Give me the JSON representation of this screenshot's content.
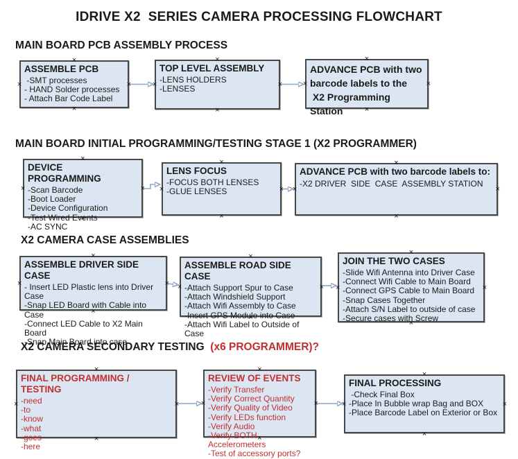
{
  "title": "IDRIVE X2  SERIES CAMERA PROCESSING FLOWCHART",
  "colors": {
    "box_fill": "#dce6f2",
    "box_border": "#474747",
    "red_text": "#c22f2f",
    "connector_line": "#8ca7c9",
    "connector_arrowhead": "#2b4d94",
    "text": "#1a1a1a"
  },
  "icons": {
    "connection_anchor": "×"
  },
  "sections": [
    {
      "heading": "MAIN BOARD PCB ASSEMBLY PROCESS",
      "boxes": [
        {
          "title": "ASSEMBLE PCB",
          "items": [
            " -SMT processes",
            "- HAND Solder processes",
            "- Attach Bar Code Label"
          ]
        },
        {
          "title": "TOP LEVEL ASSEMBLY",
          "items": [
            "-LENS HOLDERS",
            "-LENSES"
          ]
        },
        {
          "title": "ADVANCE PCB with two\nbarcode labels to the\n X2 Programming Station",
          "items": []
        }
      ]
    },
    {
      "heading": "MAIN BOARD INITIAL PROGRAMMING/TESTING STAGE 1 (X2 PROGRAMMER)",
      "boxes": [
        {
          "title": "DEVICE PROGRAMMING",
          "items": [
            "-Scan Barcode",
            "-Boot Loader",
            "-Device Configuration",
            "-Test Wired Events",
            "-AC SYNC"
          ]
        },
        {
          "title": "LENS FOCUS",
          "items": [
            "-FOCUS BOTH LENSES",
            "-GLUE LENSES"
          ]
        },
        {
          "title": "ADVANCE PCB with two barcode labels to:",
          "items": [
            "-X2 DRIVER  SIDE  CASE  ASSEMBLY STATION"
          ]
        }
      ]
    },
    {
      "heading": "X2 CAMERA CASE ASSEMBLIES",
      "boxes": [
        {
          "title": "ASSEMBLE DRIVER SIDE CASE",
          "items": [
            "- Insert LED Plastic lens into Driver Case",
            "-Snap LED Board with Cable into Case",
            "-Connect LED Cable to X2 Main Board",
            "-Snap Main Board into case"
          ]
        },
        {
          "title": "ASSEMBLE ROAD SIDE CASE",
          "items": [
            "-Attach Support Spur to Case",
            "-Attach Windshield Support",
            "-Attach Wifi Assembly to Case",
            "-Insert GPS Module into Case",
            "-Attach Wifi Label to Outside of Case"
          ]
        },
        {
          "title": "JOIN THE TWO CASES",
          "items": [
            "-Slide Wifi Antenna into Driver Case",
            "-Connect Wifi Cable to Main Board",
            "-Connect GPS Cable to Main Board",
            "-Snap Cases Together",
            "-Attach S/N Label to outside of case",
            "-Secure cases with Screw"
          ]
        }
      ]
    },
    {
      "heading": "X2 CAMERA SECONDARY TESTING",
      "heading_accent": "  (x6 PROGRAMMER)?",
      "boxes": [
        {
          "title": "FINAL PROGRAMMING / TESTING",
          "items": [
            "-need",
            "-to",
            "-know",
            "-what",
            "-goes",
            "-here"
          ]
        },
        {
          "title": "REVIEW OF EVENTS",
          "items": [
            "-Verify Transfer",
            "-Verify Correct Quantity",
            "-Verify Quality of Video",
            "-Verify LEDs function",
            "-Verify Audio",
            "-Verify BOTH Accelerometers",
            "-Test of accessory ports?"
          ]
        },
        {
          "title": "FINAL PROCESSING",
          "items": [
            " -Check Final Box",
            "-Place In Bubble wrap Bag and BOX",
            "-Place Barcode Label on Exterior or Box"
          ]
        }
      ]
    }
  ]
}
